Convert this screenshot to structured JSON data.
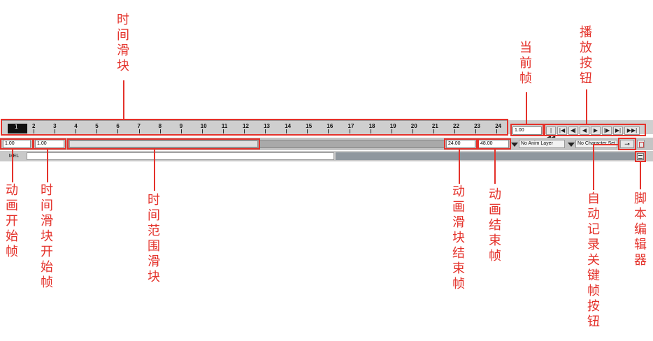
{
  "annotations": {
    "time_slider": "时间滑块",
    "current_frame": "当前帧",
    "playback_buttons": "播放按钮",
    "anim_start_frame": "动画开始帧",
    "slider_start_frame": "时间滑块开始帧",
    "range_slider": "时间范围滑块",
    "slider_end_frame": "动画滑块结束帧",
    "anim_end_frame": "动画结束帧",
    "auto_key_button": "自动记录关键帧按钮",
    "script_editor": "脚本编辑器"
  },
  "timeline": {
    "current_frame_marker": "1",
    "ticks": [
      "2",
      "3",
      "4",
      "5",
      "6",
      "7",
      "8",
      "9",
      "10",
      "11",
      "12",
      "13",
      "14",
      "15",
      "16",
      "17",
      "18",
      "19",
      "20",
      "21",
      "22",
      "23",
      "24"
    ]
  },
  "current_frame": {
    "value": "1.00"
  },
  "playback": {
    "goto_start": "|◀◀",
    "step_back_key": "|◀",
    "step_back": "◀|",
    "play_back": "◀",
    "play_forward": "▶",
    "step_forward": "|▶",
    "step_forward_key": "▶|",
    "goto_end": "▶▶|"
  },
  "range": {
    "anim_start": "1.00",
    "playback_start": "1.00",
    "playback_end": "24.00",
    "anim_end": "48.00"
  },
  "anim_layer": "No Anim Layer",
  "character_set": "No Character Set",
  "command_line": {
    "mode": "MEL"
  }
}
